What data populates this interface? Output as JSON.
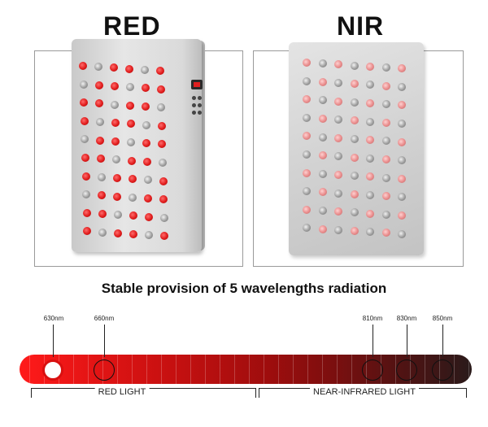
{
  "headings": {
    "red": "RED",
    "nir": "NIR"
  },
  "subtitle": "Stable provision of 5 wavelengths radiation",
  "wavelengths": [
    "630nm",
    "660nm",
    "810nm",
    "830nm",
    "850nm"
  ],
  "ranges": {
    "red": "RED LIGHT",
    "nir": "NEAR-INFRARED LIGHT"
  },
  "colors": {
    "red_accent": "#e01b1b",
    "dark_end": "#2a1a1a"
  }
}
